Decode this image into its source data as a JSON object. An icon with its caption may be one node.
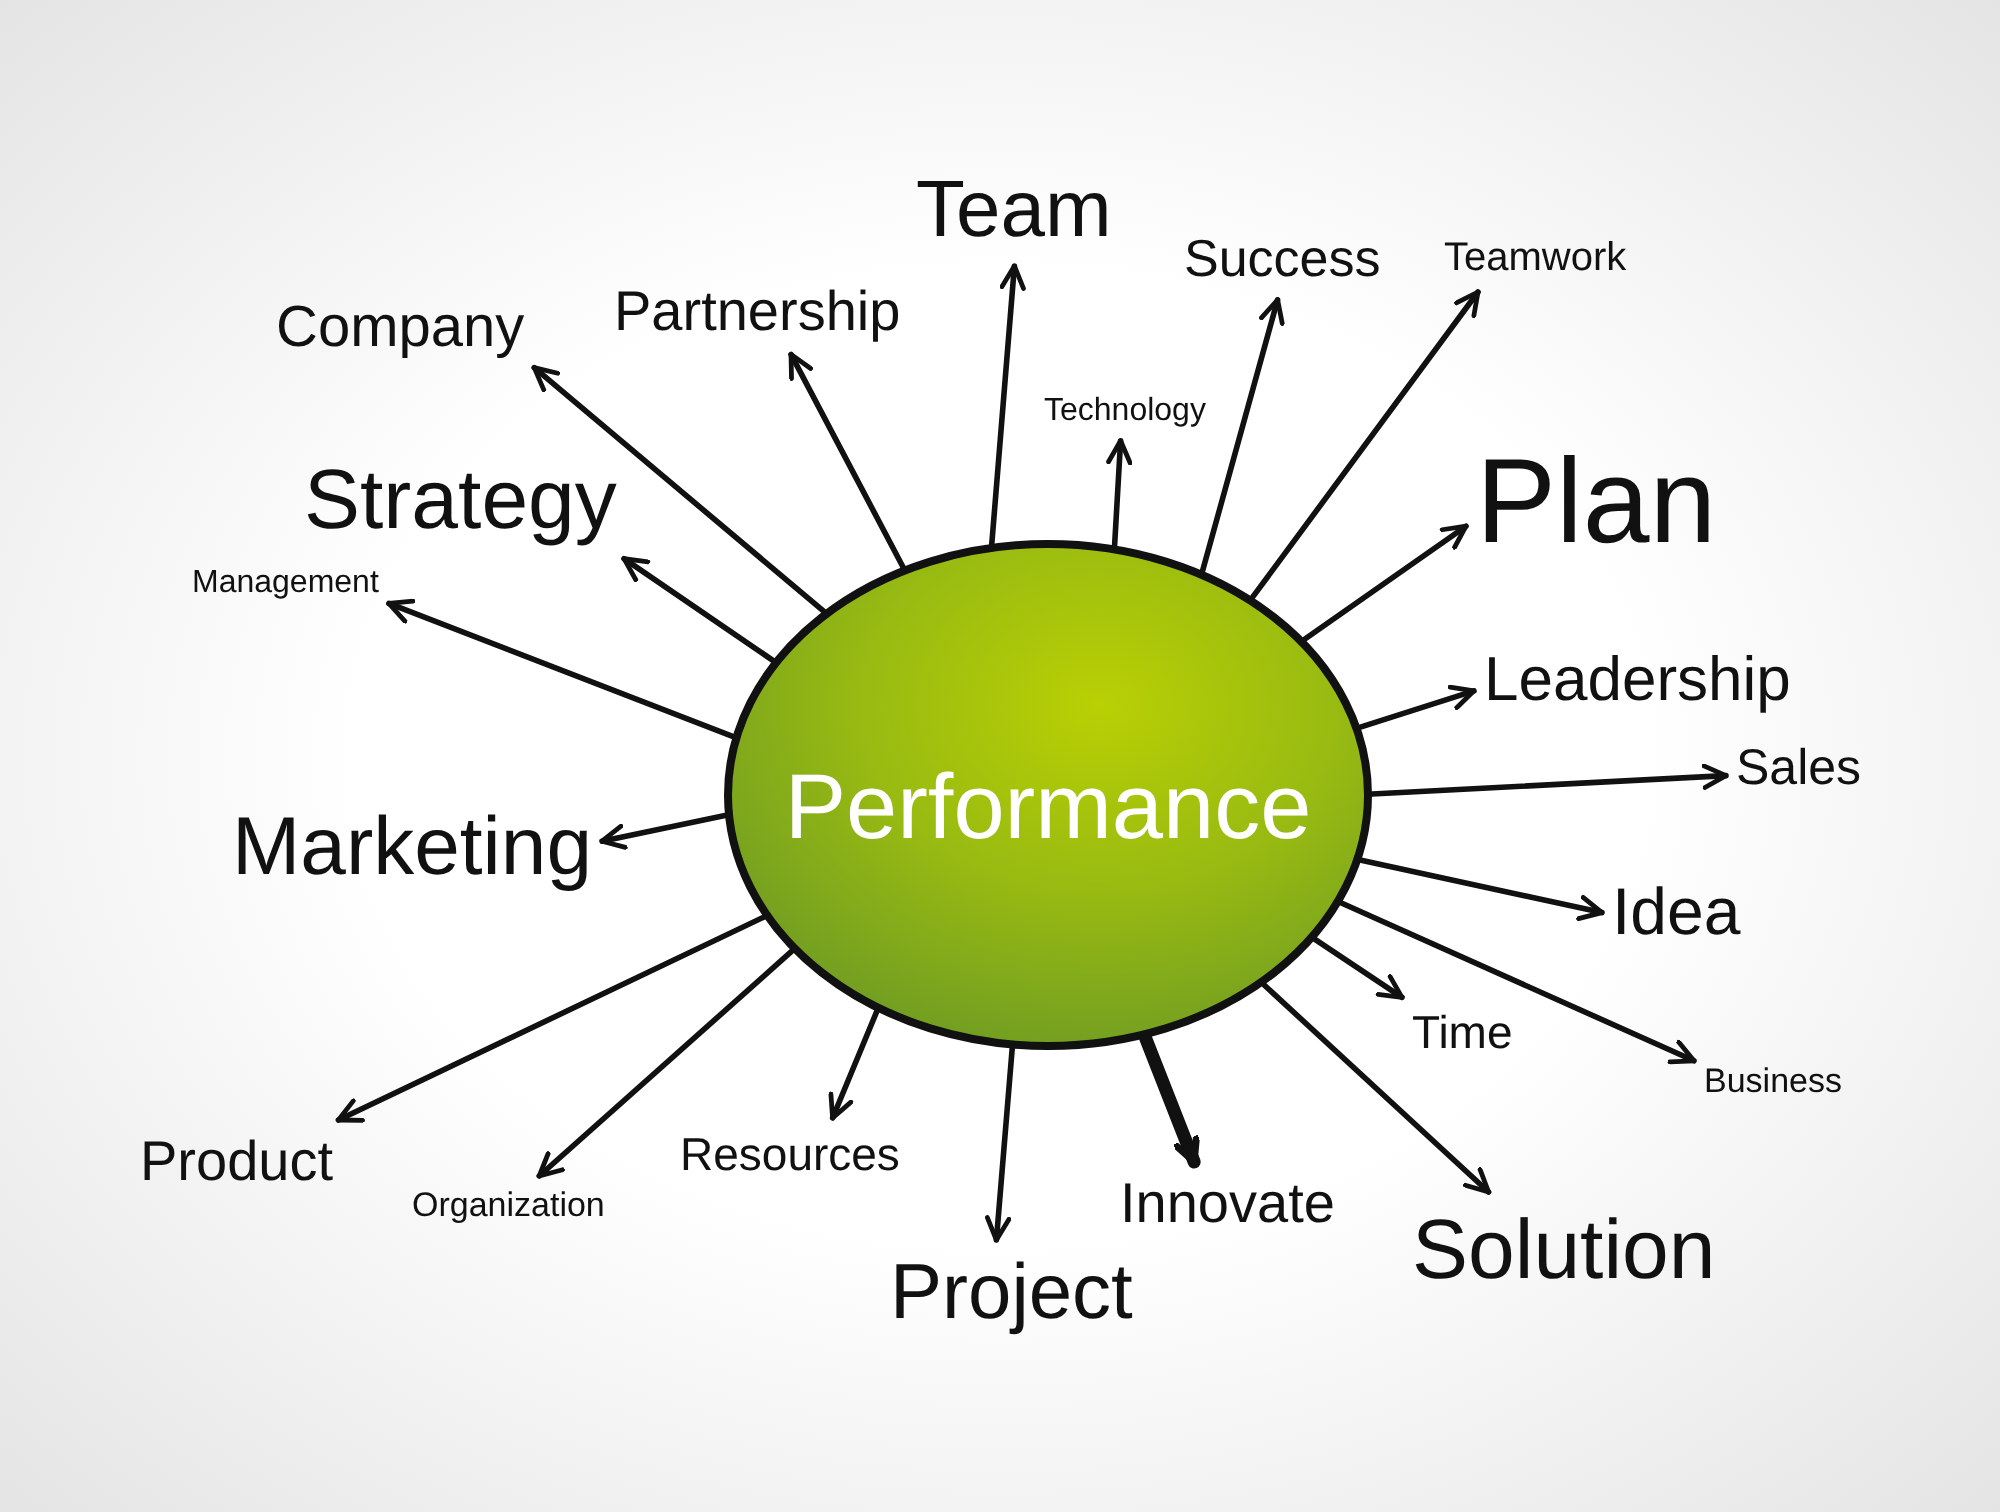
{
  "diagram": {
    "nodes": [
      {
        "text": [
          "Performance"
        ]
      },
      {
        "text": [
          "Team"
        ]
      },
      {
        "text": [
          "Success"
        ]
      },
      {
        "text": [
          "Teamwork"
        ]
      },
      {
        "text": [
          "Company"
        ]
      },
      {
        "text": [
          "Partnership"
        ]
      },
      {
        "text": [
          "Technology"
        ]
      },
      {
        "text": [
          "Plan"
        ]
      },
      {
        "text": [
          "Strategy"
        ]
      },
      {
        "text": [
          "Management"
        ]
      },
      {
        "text": [
          "Leadership"
        ]
      },
      {
        "text": [
          "Sales"
        ]
      },
      {
        "text": [
          "Marketing"
        ]
      },
      {
        "text": [
          "Idea"
        ]
      },
      {
        "text": [
          "Time"
        ]
      },
      {
        "text": [
          "Business"
        ]
      },
      {
        "text": [
          "Product"
        ]
      },
      {
        "text": [
          "Organization"
        ]
      },
      {
        "text": [
          "Resources"
        ]
      },
      {
        "text": [
          "Innovate"
        ]
      },
      {
        "text": [
          "Solution"
        ]
      },
      {
        "text": [
          "Project"
        ]
      }
    ],
    "edges": [
      {
        "from": 0,
        "to": 1,
        "arrow": "to"
      },
      {
        "from": 0,
        "to": 2,
        "arrow": "to"
      },
      {
        "from": 0,
        "to": 3,
        "arrow": "to"
      },
      {
        "from": 0,
        "to": 4,
        "arrow": "to"
      },
      {
        "from": 0,
        "to": 5,
        "arrow": "to"
      },
      {
        "from": 0,
        "to": 6,
        "arrow": "to"
      },
      {
        "from": 0,
        "to": 7,
        "arrow": "to"
      },
      {
        "from": 0,
        "to": 8,
        "arrow": "to"
      },
      {
        "from": 0,
        "to": 9,
        "arrow": "to"
      },
      {
        "from": 0,
        "to": 10,
        "arrow": "to"
      },
      {
        "from": 0,
        "to": 11,
        "arrow": "to"
      },
      {
        "from": 0,
        "to": 12,
        "arrow": "to"
      },
      {
        "from": 0,
        "to": 13,
        "arrow": "to"
      },
      {
        "from": 0,
        "to": 14,
        "arrow": "to"
      },
      {
        "from": 0,
        "to": 15,
        "arrow": "to"
      },
      {
        "from": 0,
        "to": 16,
        "arrow": "to"
      },
      {
        "from": 0,
        "to": 17,
        "arrow": "to"
      },
      {
        "from": 0,
        "to": 18,
        "arrow": "to"
      },
      {
        "from": 0,
        "to": 19,
        "arrow": "to",
        "style": "thick"
      },
      {
        "from": 0,
        "to": 20,
        "arrow": "to"
      },
      {
        "from": 0,
        "to": 21,
        "arrow": "to"
      }
    ]
  }
}
